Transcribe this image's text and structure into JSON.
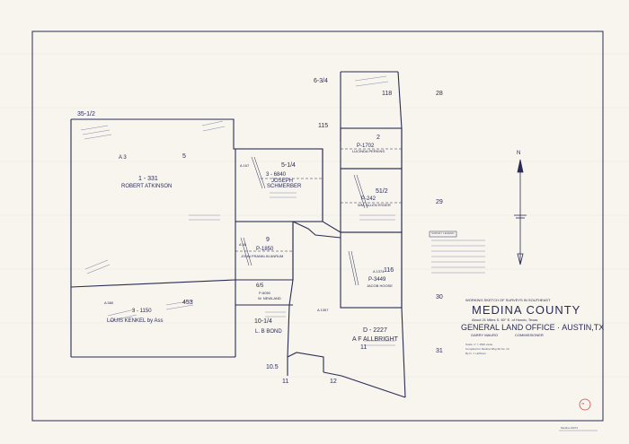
{
  "map": {
    "sheet_id": "Medina 19074",
    "title": {
      "line1": "WORKING SKETCH OF SURVEYS IN SOUTHEAST",
      "county": "MEDINA  COUNTY",
      "line3": "About 21 Miles S. 60° E. of Hondo, Texas",
      "office": "GENERAL LAND OFFICE · AUSTIN,TX",
      "commissioner_name": "GARRY MAURO",
      "commissioner_title": "COMMISSIONER",
      "scale": "Scale: 1\" = 1500 varas",
      "compiled": "Compiled for Medina Wkg Sk No. 19",
      "by": "By D. J. Hoffman"
    },
    "north_arrow": "N",
    "stamp": "35",
    "survey_label_box": "SURVEY LEGEND",
    "surveys": {
      "robert_atkinson": {
        "abstract": "A 3",
        "number": "5",
        "cert": "1 - 331",
        "name": "ROBERT ATKINSON"
      },
      "joseph_schmerber": {
        "abstract": "A 167",
        "number": "5-1/4",
        "cert": "3 - 6840",
        "name": "JOSEPH SCHMERBER"
      },
      "john_franklin_anrum": {
        "abstract": "A 48",
        "number": "9",
        "cert": "P-1850",
        "name": "JOHN FRANKLIN ANRUM"
      },
      "p6050": {
        "cert": "P-6050",
        "name": "W. NEWLAND",
        "number": "6/5"
      },
      "lb_bond": {
        "number": "10-1/4",
        "name": "L. B BOND"
      },
      "louis_kenkel": {
        "abstract": "A 580",
        "number": "453",
        "cert": "3 - 1150",
        "name": "LOUIS KENKEL by Ass"
      },
      "lucinda_perkins": {
        "cert": "P-1702",
        "name": "LUCINDA PERKINS",
        "number": "2"
      },
      "p242": {
        "cert": "P-242",
        "name": "WM. ALLEN RYDER",
        "number": "51/2"
      },
      "jacob_hoose": {
        "abstract": "A 1374",
        "cert": "P-3449",
        "name": "JACOB HOOSE",
        "number": "116"
      },
      "af_allbright": {
        "abstract": "A 1357",
        "cert": "D - 2227",
        "name": "A  F  ALLBRIGHT",
        "number": "11"
      }
    },
    "numbers": {
      "n35_1_2": "35-1/2",
      "n6_3_4": "6-3/4",
      "n118": "118",
      "n28": "28",
      "n115": "115",
      "n29": "29",
      "n30": "30",
      "n31": "31",
      "n10_5": "10.5",
      "n11": "11",
      "n12": "12"
    }
  }
}
